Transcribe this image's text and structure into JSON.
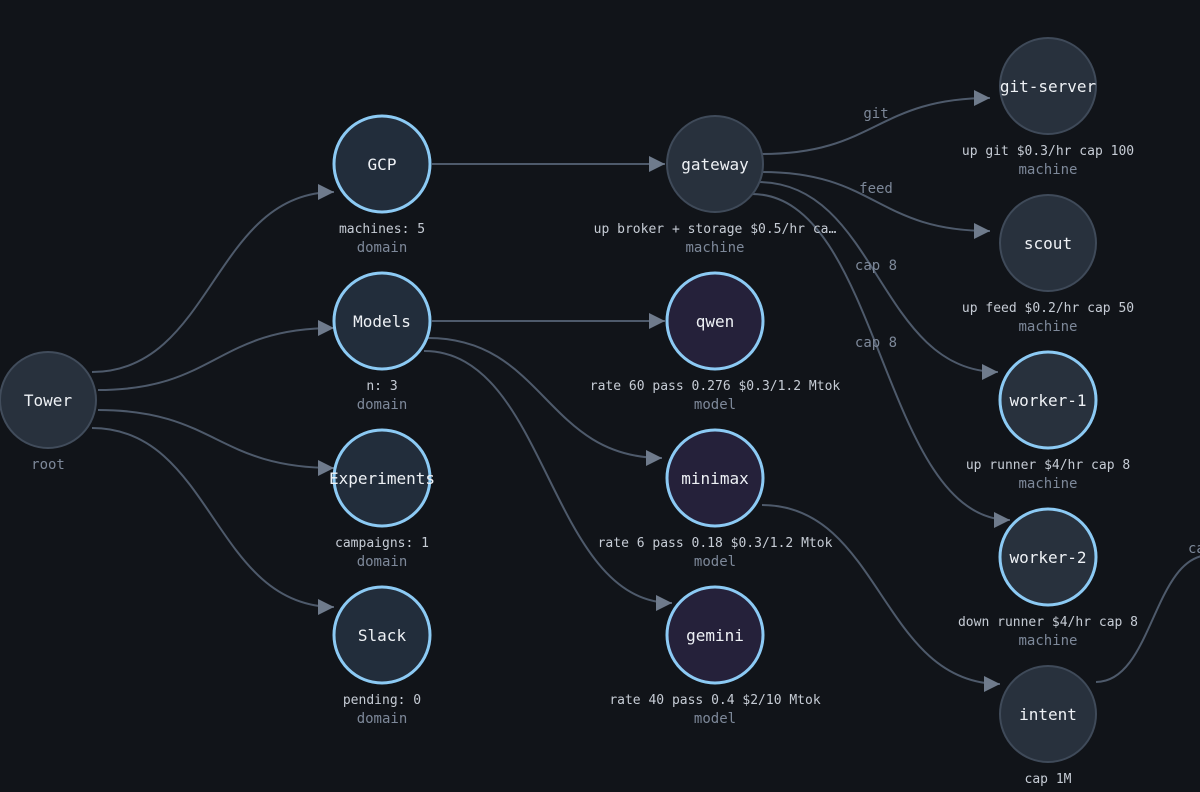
{
  "colors": {
    "background": "#111419",
    "edge": "#4e5a6b",
    "arrow": "#6f7b8c",
    "domain_stroke": "#8ccaf4",
    "node_fill": "#28313d",
    "model_fill": "#25213a"
  },
  "nodes": [
    {
      "id": "tower",
      "label": "Tower",
      "detail": "",
      "kind": "root",
      "style": "k-root"
    },
    {
      "id": "gcp",
      "label": "GCP",
      "detail": "machines: 5",
      "kind": "domain",
      "style": "k-domain"
    },
    {
      "id": "models",
      "label": "Models",
      "detail": "n: 3",
      "kind": "domain",
      "style": "k-domain"
    },
    {
      "id": "experiments",
      "label": "Experiments",
      "detail": "campaigns: 1",
      "kind": "domain",
      "style": "k-domain"
    },
    {
      "id": "slack",
      "label": "Slack",
      "detail": "pending: 0",
      "kind": "domain",
      "style": "k-domain"
    },
    {
      "id": "gateway",
      "label": "gateway",
      "detail": "up broker + storage $0.5/hr ca…",
      "kind": "machine",
      "style": "k-machine-dim"
    },
    {
      "id": "qwen",
      "label": "qwen",
      "detail": "rate 60 pass 0.276 $0.3/1.2 Mtok",
      "kind": "model",
      "style": "k-model"
    },
    {
      "id": "minimax",
      "label": "minimax",
      "detail": "rate 6 pass 0.18 $0.3/1.2 Mtok",
      "kind": "model",
      "style": "k-model"
    },
    {
      "id": "gemini",
      "label": "gemini",
      "detail": "rate 40 pass 0.4 $2/10 Mtok",
      "kind": "model",
      "style": "k-model"
    },
    {
      "id": "git-server",
      "label": "git-server",
      "detail": "up git $0.3/hr cap 100",
      "kind": "machine",
      "style": "k-machine-dim"
    },
    {
      "id": "scout",
      "label": "scout",
      "detail": "up feed $0.2/hr cap 50",
      "kind": "machine",
      "style": "k-machine-dim"
    },
    {
      "id": "worker-1",
      "label": "worker-1",
      "detail": "up runner $4/hr cap 8",
      "kind": "machine",
      "style": "k-machine-lit"
    },
    {
      "id": "worker-2",
      "label": "worker-2",
      "detail": "down runner $4/hr cap 8",
      "kind": "machine",
      "style": "k-machine-lit"
    },
    {
      "id": "intent",
      "label": "intent",
      "detail": "cap 1M",
      "kind": "",
      "style": "k-machine-dim"
    }
  ],
  "edges": [
    {
      "from": "tower",
      "to": "gcp",
      "label": ""
    },
    {
      "from": "tower",
      "to": "models",
      "label": ""
    },
    {
      "from": "tower",
      "to": "experiments",
      "label": ""
    },
    {
      "from": "tower",
      "to": "slack",
      "label": ""
    },
    {
      "from": "gcp",
      "to": "gateway",
      "label": ""
    },
    {
      "from": "models",
      "to": "qwen",
      "label": ""
    },
    {
      "from": "models",
      "to": "minimax",
      "label": ""
    },
    {
      "from": "models",
      "to": "gemini",
      "label": ""
    },
    {
      "from": "gateway",
      "to": "git-server",
      "label": "git"
    },
    {
      "from": "gateway",
      "to": "scout",
      "label": "feed"
    },
    {
      "from": "gateway",
      "to": "worker-1",
      "label": "cap 8"
    },
    {
      "from": "gateway",
      "to": "worker-2",
      "label": "cap 8"
    },
    {
      "from": "minimax",
      "to": "intent",
      "label": ""
    },
    {
      "from": "intent",
      "to": "offscreen",
      "label": ""
    }
  ],
  "partial_label": "ca"
}
